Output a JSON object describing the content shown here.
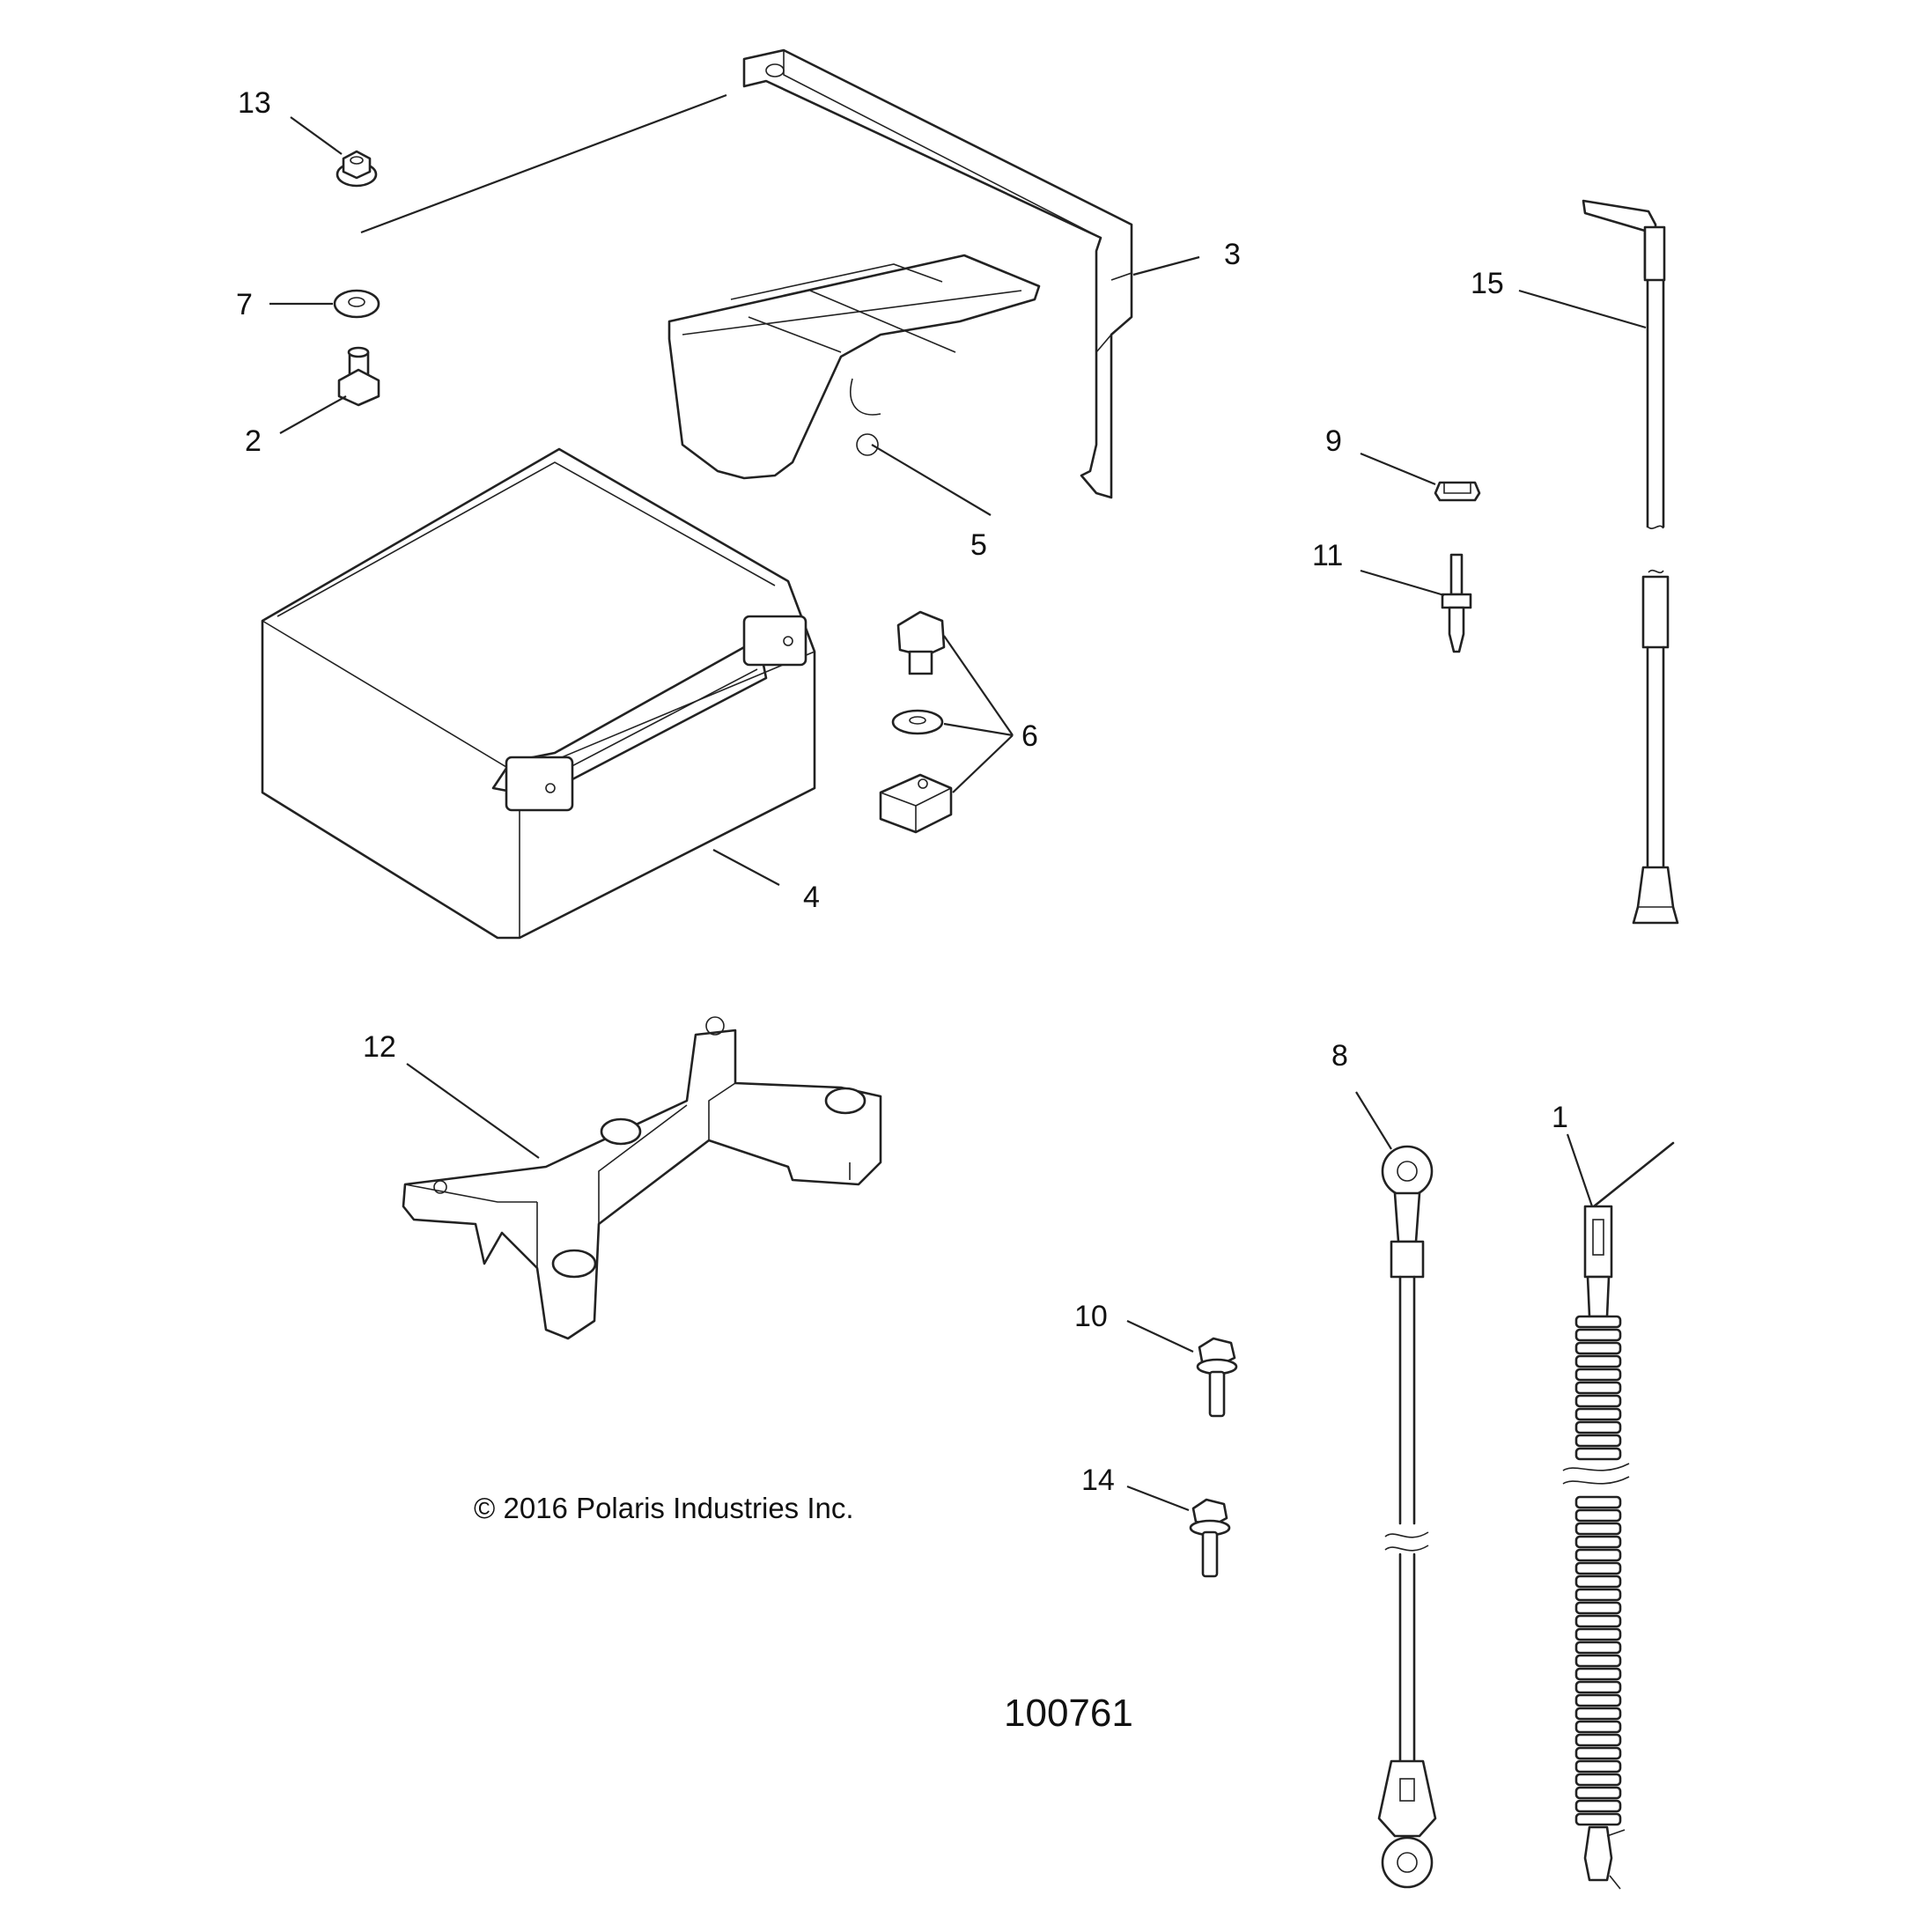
{
  "callouts": {
    "c1": "1",
    "c2": "2",
    "c3": "3",
    "c4": "4",
    "c5": "5",
    "c6": "6",
    "c7": "7",
    "c8": "8",
    "c9": "9",
    "c10": "10",
    "c11": "11",
    "c12": "12",
    "c13": "13",
    "c14": "14",
    "c15": "15"
  },
  "copyright": "© 2016 Polaris Industries Inc.",
  "figure_number": "100761"
}
